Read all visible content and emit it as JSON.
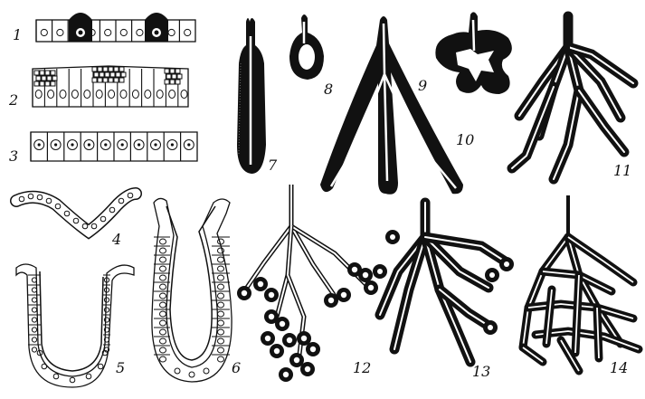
{
  "figure": {
    "labels": [
      "1",
      "2",
      "3",
      "4",
      "5",
      "6",
      "7",
      "8",
      "9",
      "10",
      "11",
      "12",
      "13",
      "14"
    ]
  }
}
